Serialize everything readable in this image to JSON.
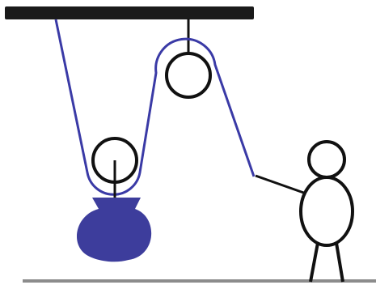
{
  "diagram": {
    "colors": {
      "background": "#ffffff",
      "ceiling": "#1a1a1a",
      "ground": "#8c8c8c",
      "rope": "#3a3aa6",
      "outline": "#111111",
      "load": "#3d3d9c"
    },
    "parts": [
      "ceiling-beam",
      "fixed-pulley",
      "movable-pulley",
      "rope",
      "load-sack",
      "stick-figure-person",
      "ground-line"
    ]
  }
}
